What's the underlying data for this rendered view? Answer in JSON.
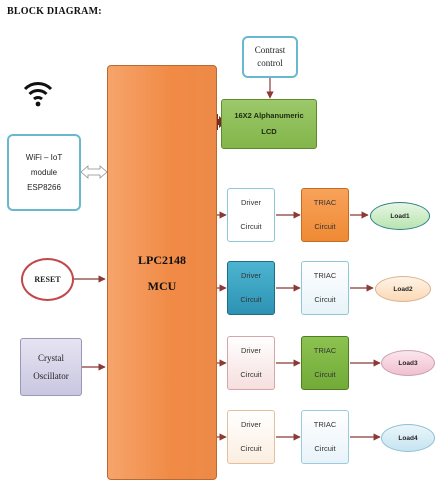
{
  "title": "BLOCK DIAGRAM:",
  "mcu": {
    "line1": "LPC2148",
    "line2": "MCU"
  },
  "contrast": {
    "line1": "Contrast",
    "line2": "control"
  },
  "lcd": {
    "line1": "16X2 Alphanumeric",
    "line2": "LCD"
  },
  "wifi_module": {
    "line1": "WiFi – IoT",
    "line2": "module",
    "line3": "ESP8266"
  },
  "reset": "RESET",
  "crystal": {
    "line1": "Crystal",
    "line2": "Oscillator"
  },
  "icon": "wifi-icon",
  "rows": [
    {
      "driver": {
        "line1": "Driver",
        "line2": "Circuit"
      },
      "triac": {
        "line1": "TRIAC",
        "line2": "Circuit"
      },
      "load": "Load1"
    },
    {
      "driver": {
        "line1": "Driver",
        "line2": "Circuit"
      },
      "triac": {
        "line1": "TRIAC",
        "line2": "Circuit"
      },
      "load": "Load2"
    },
    {
      "driver": {
        "line1": "Driver",
        "line2": "Circuit"
      },
      "triac": {
        "line1": "TRIAC",
        "line2": "Circuit"
      },
      "load": "Load3"
    },
    {
      "driver": {
        "line1": "Driver",
        "line2": "Circuit"
      },
      "triac": {
        "line1": "TRIAC",
        "line2": "Circuit"
      },
      "load": "Load4"
    }
  ],
  "colors": {
    "mcu": "#f08a45",
    "lcd": "#82b54a",
    "triac_orange": "#f5903f",
    "driver_teal": "#3aa5c4",
    "triac_green": "#7fb344",
    "arrow_dark_red": "#7a2a24"
  }
}
